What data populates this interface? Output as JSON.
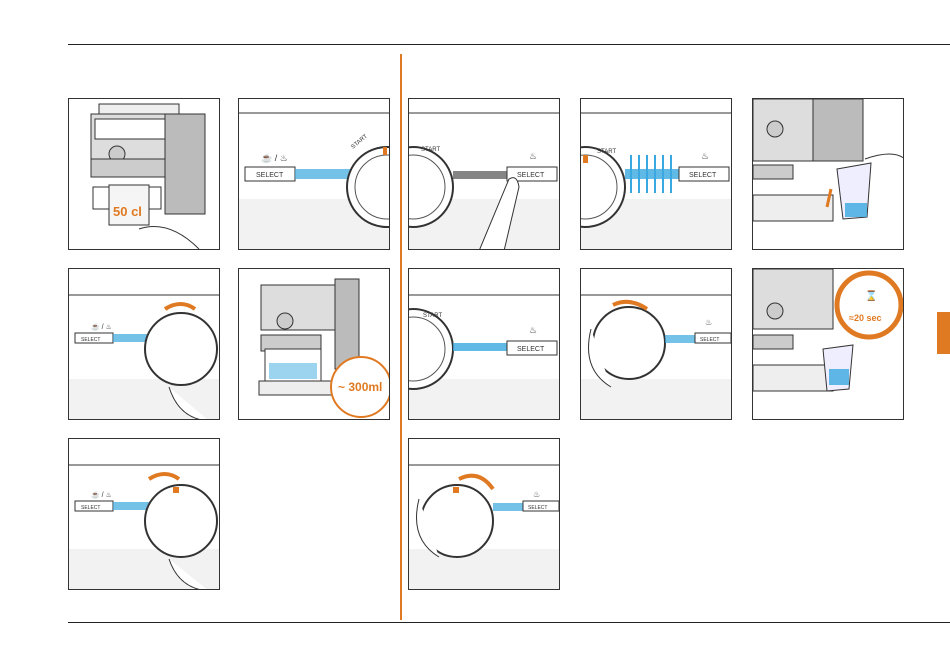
{
  "colors": {
    "accent": "#e07a22",
    "steam": "#3aa8e0",
    "line": "#333333"
  },
  "labels": {
    "select": "SELECT",
    "start": "START",
    "cup_symbol": "☕ / ♨",
    "steam_symbol": "♨",
    "volume_50": "50 cl",
    "volume_300": "~ 300ml",
    "time_20": "≈20 sec"
  },
  "panels": [
    {
      "id": "1a"
    },
    {
      "id": "1b"
    },
    {
      "id": "1c"
    },
    {
      "id": "1d"
    },
    {
      "id": "1e"
    },
    {
      "id": "2a"
    },
    {
      "id": "2b"
    },
    {
      "id": "2c"
    },
    {
      "id": "2d"
    },
    {
      "id": "2e"
    },
    {
      "id": "3a"
    },
    {
      "id": "3c"
    }
  ]
}
